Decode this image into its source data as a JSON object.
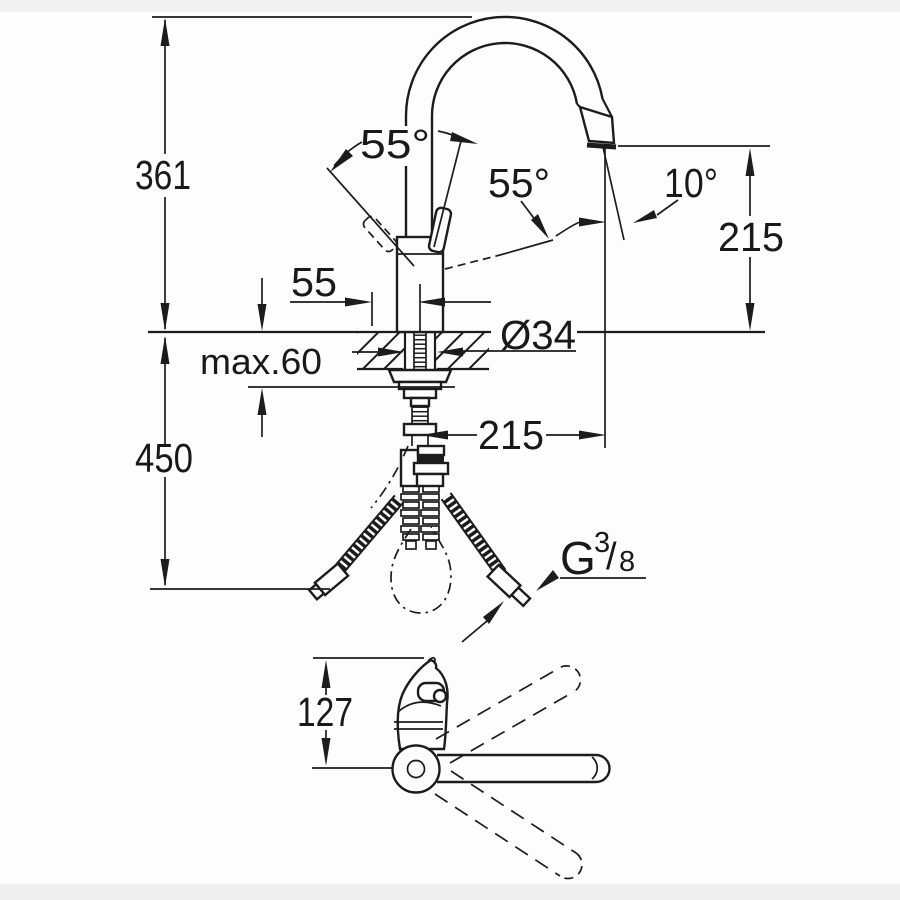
{
  "page": {
    "background": "#fdfdfd",
    "top_band_color": "#f2f1f2",
    "bottom_band_color": "#efeff0",
    "line_color": "#1c1c1c"
  },
  "labels": {
    "total_height": "361",
    "handle_angle": "55°",
    "swivel_angle": "55°",
    "stream_angle": "10°",
    "outlet_height": "215",
    "handle_offset": "55",
    "hole_diameter": "Ø34",
    "max_counter_thickness": "max.60",
    "spout_reach": "215",
    "hose_drop": "450",
    "plan_depth": "127",
    "thread_letter": "G",
    "thread_numerator": "3",
    "thread_slash": "/",
    "thread_denominator": "8"
  }
}
